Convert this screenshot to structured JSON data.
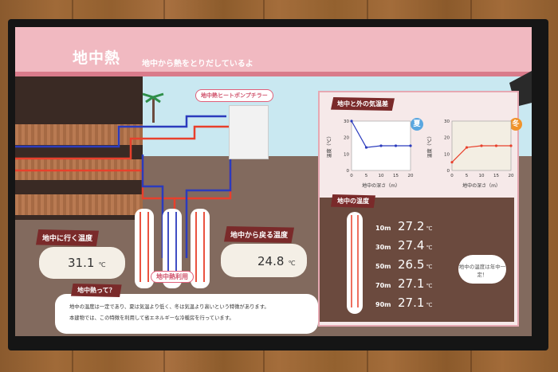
{
  "colors": {
    "banner": "#f1b9c1",
    "accent": "#7a2a2a",
    "warm_pipe": "#e8402c",
    "cool_pipe": "#2b3bbd",
    "summer": "#5aa7e0",
    "winter": "#f0932b"
  },
  "header": {
    "title": "地中熱",
    "subtitle": "地中から熱をとりだしているよ"
  },
  "chiller": {
    "label": "地中熱ヒートポンプチラー"
  },
  "going_temp": {
    "label": "地中に行く温度",
    "value": "31.1",
    "unit": "℃"
  },
  "return_temp": {
    "label": "地中から戻る温度",
    "value": "24.8",
    "unit": "℃"
  },
  "geo_use": {
    "label": "地中熱利用"
  },
  "info": {
    "title": "地中熱って？",
    "line1": "地中の温度は一定であり、夏は気温より低く、冬は気温より高いという特徴があります。",
    "line2": "本建物では、この特徴を利用して省エネルギーな冷暖房を行っています。"
  },
  "compare": {
    "title": "地中と外の気温差",
    "summer_badge": "夏",
    "winter_badge": "冬",
    "summer_ylabel": "温度（℃）",
    "winter_ylabel": "温度（℃）",
    "summer_xlabel": "地中の深さ（m）",
    "winter_xlabel": "地中の深さ（m）"
  },
  "depth": {
    "title": "地中の温度",
    "bubble": "地中の温度は年中一定！",
    "rows": [
      {
        "depth": "10m",
        "value": "27.2",
        "unit": "℃"
      },
      {
        "depth": "30m",
        "value": "27.4",
        "unit": "℃"
      },
      {
        "depth": "50m",
        "value": "26.5",
        "unit": "℃"
      },
      {
        "depth": "70m",
        "value": "27.1",
        "unit": "℃"
      },
      {
        "depth": "90m",
        "value": "27.1",
        "unit": "℃"
      }
    ]
  },
  "chart_data": [
    {
      "type": "line",
      "title": "夏",
      "xlabel": "地中の深さ（m）",
      "ylabel": "温度（℃）",
      "x": [
        0,
        5,
        10,
        15,
        20
      ],
      "series": [
        {
          "values": [
            30,
            14,
            15,
            15,
            15
          ]
        }
      ],
      "xlim": [
        0,
        20
      ],
      "ylim": [
        0,
        30
      ],
      "xticks": [
        0,
        5,
        10,
        15,
        20
      ],
      "yticks": [
        0,
        10,
        20,
        30
      ]
    },
    {
      "type": "line",
      "title": "冬",
      "xlabel": "地中の深さ（m）",
      "ylabel": "温度（℃）",
      "x": [
        0,
        5,
        10,
        15,
        20
      ],
      "series": [
        {
          "values": [
            5,
            14,
            15,
            15,
            15
          ]
        }
      ],
      "xlim": [
        0,
        20
      ],
      "ylim": [
        0,
        30
      ],
      "xticks": [
        0,
        5,
        10,
        15,
        20
      ],
      "yticks": [
        0,
        10,
        20,
        30
      ]
    }
  ]
}
